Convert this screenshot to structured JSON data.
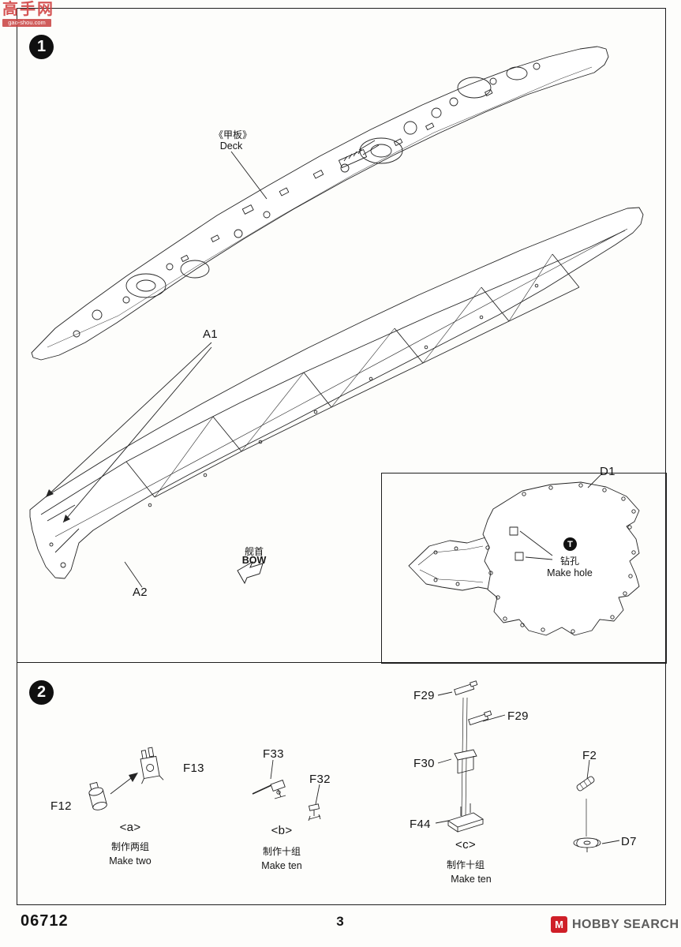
{
  "watermark": {
    "title": "高手网",
    "domain": "gao-shou.com"
  },
  "step1": {
    "badge": "1",
    "labels": {
      "deck_cn": "《甲板》",
      "deck_en": "Deck",
      "a1": "A1",
      "a2": "A2",
      "bow_cn": "舰首",
      "bow_en": "BOW"
    },
    "inset": {
      "part": "D1",
      "symbol": "T",
      "note_cn": "钻孔",
      "note_en": "Make hole"
    }
  },
  "step2": {
    "badge": "2",
    "groups": [
      {
        "id": "<a>",
        "make_cn": "制作两组",
        "make_en": "Make two",
        "parts": [
          "F12",
          "F13"
        ]
      },
      {
        "id": "<b>",
        "make_cn": "制作十组",
        "make_en": "Make ten",
        "parts": [
          "F33",
          "F32"
        ]
      },
      {
        "id": "<c>",
        "make_cn": "制作十组",
        "make_en": "Make ten",
        "parts": [
          "F29",
          "F29",
          "F30",
          "F44"
        ]
      },
      {
        "parts": [
          "F2",
          "D7"
        ]
      }
    ]
  },
  "footer": {
    "kit_number": "06712",
    "page_number": "3",
    "logo_icon": "M",
    "logo_text": "HOBBY SEARCH"
  }
}
